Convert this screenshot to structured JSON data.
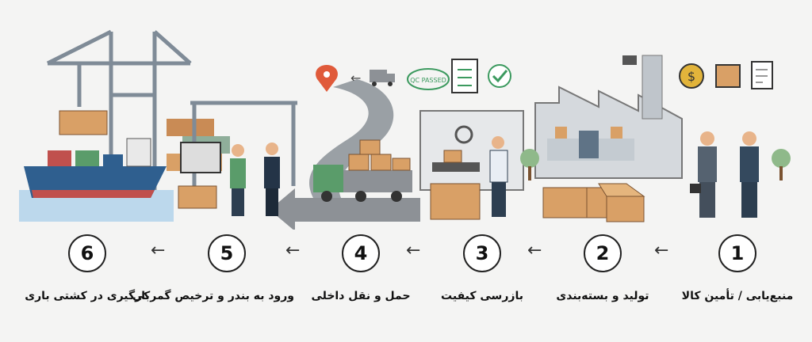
{
  "steps": [
    {
      "num": "1",
      "label": "منبع‌یابی / تأمین کالا"
    },
    {
      "num": "2",
      "label": "تولید و بسته‌بندی"
    },
    {
      "num": "3",
      "label": "بازرسی کیفیت"
    },
    {
      "num": "4",
      "label": "حمل و نقل داخلی"
    },
    {
      "num": "5",
      "label": "ورود به بندر و ترخیص گمرکی"
    },
    {
      "num": "6",
      "label": "بارگیری در کشتی باری"
    }
  ],
  "arrow_glyph": "←",
  "stamp_text": "QC PASSED",
  "colors": {
    "box": "#d9a066",
    "box_dark": "#b07a3f",
    "road": "#8d9196",
    "truck_green": "#5a9c6a",
    "ship_hull": "#2f5f8f",
    "ship_bottom": "#c0504d",
    "water": "#bcd8ec",
    "crane": "#7f8b97",
    "pin": "#e05a3a",
    "check": "#3c9a5f",
    "coin": "#e2b43b"
  },
  "icons": [
    "coin-icon",
    "box-icon",
    "document-icon",
    "check-icon",
    "clipboard-icon",
    "stamp-icon",
    "truck-icon",
    "location-pin-icon"
  ]
}
